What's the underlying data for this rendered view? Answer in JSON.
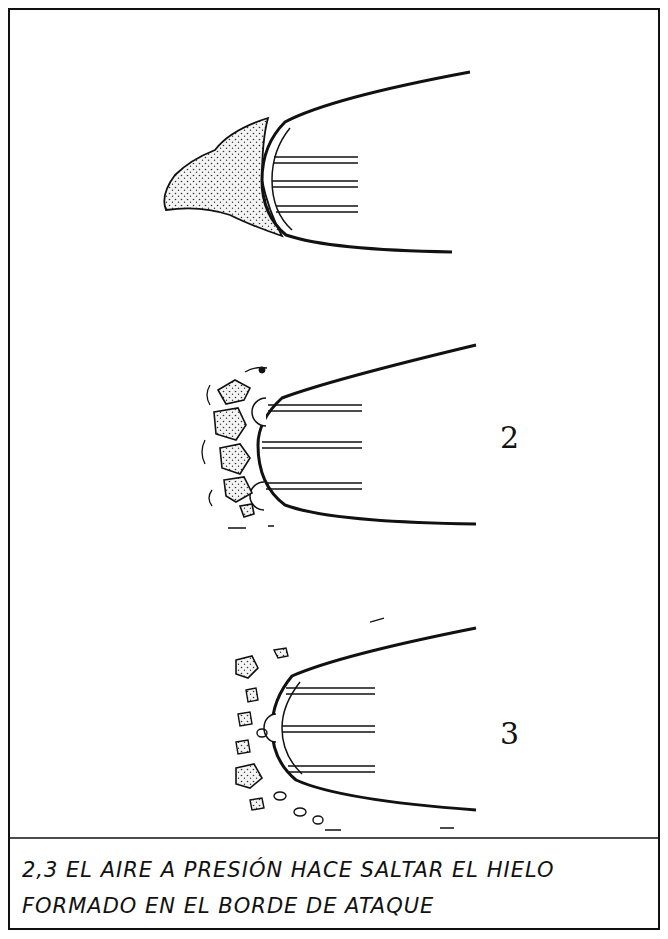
{
  "diagram": {
    "caption": "2,3 EL AIRE A PRESIÓN HACE SALTAR EL HIELO FORMADO EN EL BORDE DE ATAQUE",
    "labels": [
      "2",
      "3"
    ]
  }
}
